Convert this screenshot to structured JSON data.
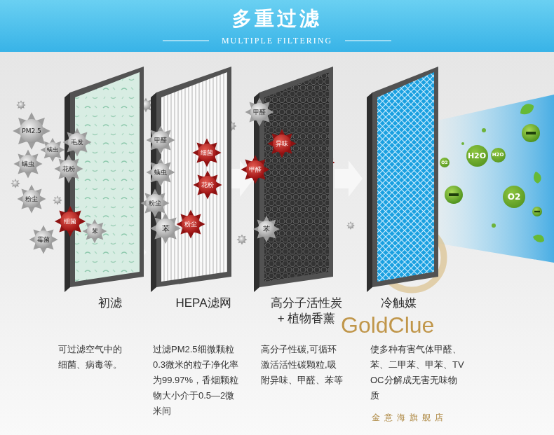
{
  "diagram": {
    "title": "多重过滤",
    "nodes": [
      {
        "text": [
          "初滤",
          "可过滤空气中的细菌、病毒等。"
        ]
      },
      {
        "text": [
          "HEPA滤网",
          "过滤PM2.5细微颗粒 0.3微米的粒子净化率为99.97%，香烟颗粒物大小介于0.5—2微米间"
        ]
      },
      {
        "text": [
          "高分子活性炭 + 植物香薰",
          "高分子性碳,可循环激活活性碳颗粒,吸附异味、甲醛、苯等"
        ]
      },
      {
        "text": [
          "冷触媒",
          "使多种有害气体甲醛、苯、二甲苯、甲苯、TVOC分解成无害无味物质"
        ]
      },
      {
        "text": [
          "PM2.5"
        ]
      },
      {
        "text": [
          "螨虫"
        ]
      },
      {
        "text": [
          "螨虫"
        ]
      },
      {
        "text": [
          "毛发"
        ]
      },
      {
        "text": [
          "花粉"
        ]
      },
      {
        "text": [
          "粉尘"
        ]
      },
      {
        "text": [
          "细菌"
        ]
      },
      {
        "text": [
          "苯"
        ]
      },
      {
        "text": [
          "霉菌"
        ]
      },
      {
        "text": [
          "甲醛"
        ]
      },
      {
        "text": [
          "细菌"
        ]
      },
      {
        "text": [
          "螨虫"
        ]
      },
      {
        "text": [
          "花粉"
        ]
      },
      {
        "text": [
          "粉尘"
        ]
      },
      {
        "text": [
          "苯"
        ]
      },
      {
        "text": [
          "粉尘"
        ]
      },
      {
        "text": [
          "甲醛"
        ]
      },
      {
        "text": [
          "异味"
        ]
      },
      {
        "text": [
          "甲醛"
        ]
      },
      {
        "text": [
          "苯"
        ]
      },
      {
        "text": [
          "H2O"
        ]
      },
      {
        "text": [
          "H2O"
        ]
      },
      {
        "text": [
          "O2"
        ]
      },
      {
        "text": [
          "O2"
        ]
      }
    ],
    "labels": [
      "MULTIPLE FILTERING",
      "GoldClue",
      "金意海旗舰店"
    ]
  }
}
